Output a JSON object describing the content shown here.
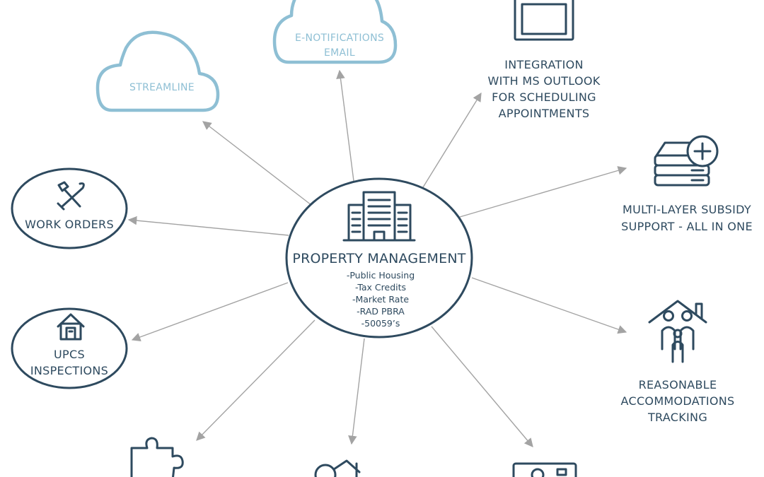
{
  "center": {
    "title": "PROPERTY MANAGEMENT",
    "items": [
      "-Public Housing",
      "-Tax Credits",
      "-Market Rate",
      "-RAD PBRA",
      "-50059’s"
    ]
  },
  "nodes": {
    "streamline": {
      "label": "STREAMLINE"
    },
    "enotifications": {
      "line1": "E-NOTIFICATIONS",
      "line2": "EMAIL"
    },
    "integration": {
      "lines": [
        "INTEGRATION",
        "WITH MS OUTLOOK",
        "FOR SCHEDULING",
        "APPOINTMENTS"
      ]
    },
    "subsidy": {
      "lines": [
        "MULTI-LAYER SUBSIDY",
        "SUPPORT - ALL IN ONE"
      ]
    },
    "work_orders": {
      "label": "WORK ORDERS"
    },
    "upcs": {
      "line1": "UPCS",
      "line2": "INSPECTIONS"
    },
    "accommodations": {
      "lines": [
        "REASONABLE",
        "ACCOMMODATIONS",
        "TRACKING"
      ]
    }
  },
  "colors": {
    "primary": "#2e4a5f",
    "cloud": "#8ebfd4",
    "arrow": "#a3a3a3"
  }
}
